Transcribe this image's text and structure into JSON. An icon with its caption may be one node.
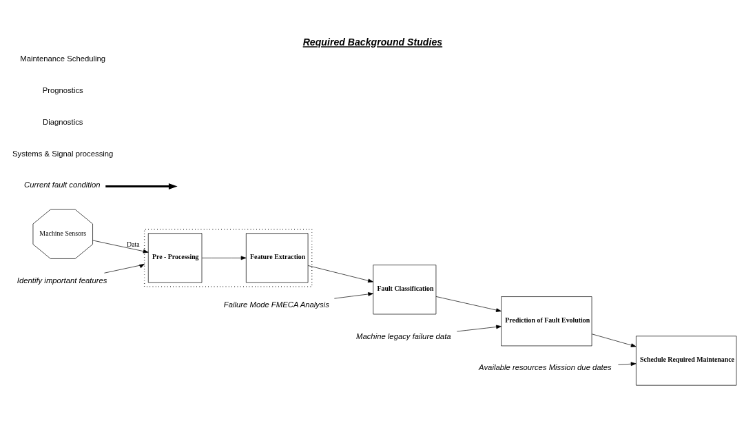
{
  "diagram": {
    "title": "Required Background Studies",
    "nodes": [
      {
        "text": [
          "Machine Sensors"
        ]
      },
      {
        "text": [],
        "shape": "box"
      },
      {
        "text": [
          "Pre - Processing"
        ],
        "in": 1
      },
      {
        "text": [
          "Feature Extraction"
        ],
        "in": 1
      },
      {
        "text": [
          "Fault Classification"
        ]
      },
      {
        "text": [
          "Prediction of Fault Evolution"
        ]
      },
      {
        "text": [
          "Schedule Required Maintenance"
        ]
      },
      {
        "text": [
          "Identify important features"
        ]
      },
      {
        "text": [
          "Failure Mode FMECA Analysis"
        ]
      },
      {
        "text": [
          "Machine legacy failure data"
        ]
      },
      {
        "text": [
          "Available resources Mission due dates"
        ]
      },
      {
        "text": [
          "Current fault condition"
        ]
      }
    ],
    "edges": [
      {
        "from": 0,
        "to": 2,
        "arrow": "to",
        "label": "Data"
      },
      {
        "from": 2,
        "to": 3,
        "arrow": "to"
      },
      {
        "from": 3,
        "to": 4,
        "arrow": "to"
      },
      {
        "from": 4,
        "to": 5,
        "arrow": "to"
      },
      {
        "from": 5,
        "to": 6,
        "arrow": "to"
      },
      {
        "from": 7,
        "to": 1,
        "arrow": "to"
      },
      {
        "from": 8,
        "to": 4,
        "arrow": "to"
      },
      {
        "from": 9,
        "to": 5,
        "arrow": "to"
      },
      {
        "from": 10,
        "to": 6,
        "arrow": "to"
      },
      {
        "from": 11,
        "to": null,
        "arrow": "to",
        "style": "thick"
      }
    ],
    "labels": [
      "Systems & Signal processing",
      "Diagnostics",
      "Prognostics",
      "Maintenance Scheduling"
    ]
  }
}
